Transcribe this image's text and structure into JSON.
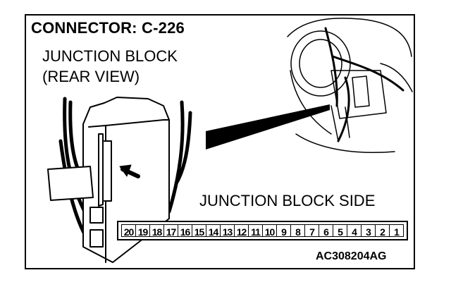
{
  "header": {
    "title": "CONNECTOR: C-226"
  },
  "view_label": {
    "line1": "JUNCTION BLOCK",
    "line2": "(REAR VIEW)"
  },
  "connector": {
    "side_label": "JUNCTION BLOCK SIDE",
    "pins": [
      "20",
      "19",
      "18",
      "17",
      "16",
      "15",
      "14",
      "13",
      "12",
      "11",
      "10",
      "9",
      "8",
      "7",
      "6",
      "5",
      "4",
      "3",
      "2",
      "1"
    ]
  },
  "figure_code": "AC308204AG"
}
